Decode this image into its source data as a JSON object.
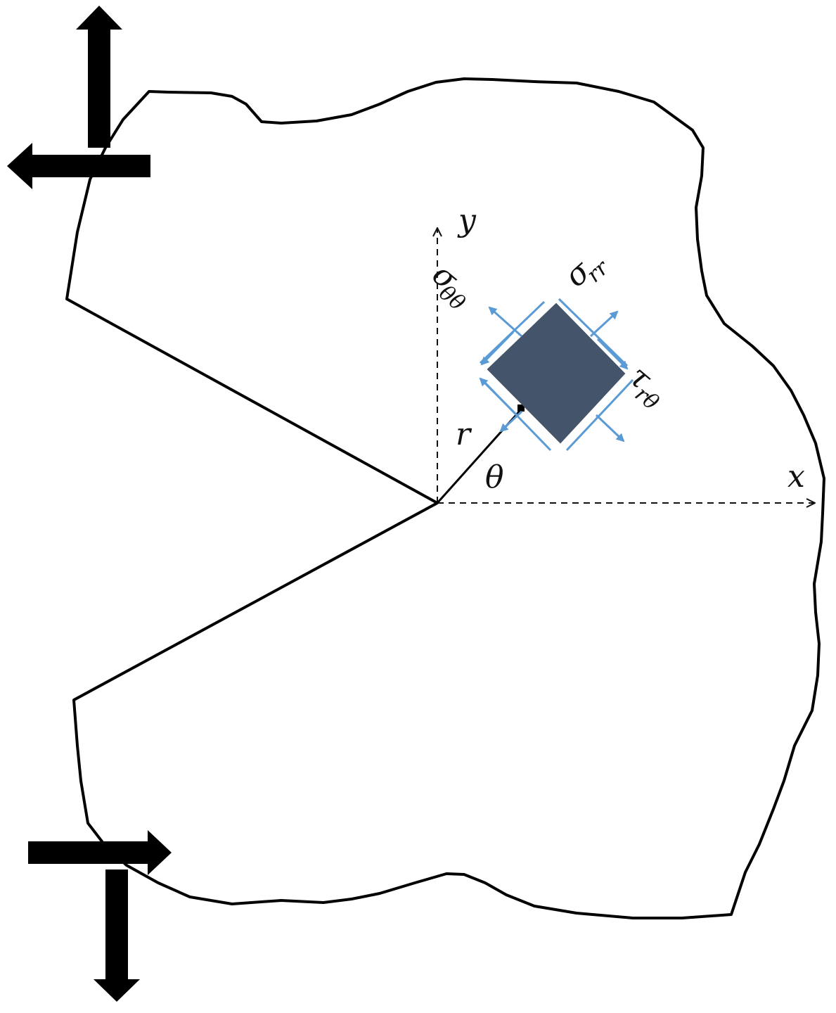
{
  "colors": {
    "outline": "#000000",
    "element_fill": "#44546A",
    "stress_arrow": "#5B9BD5",
    "background": "#FFFFFF"
  },
  "labels": {
    "y_axis": "y",
    "x_axis": "x",
    "radius": "r",
    "angle": "θ",
    "sigma_rr": {
      "symbol": "σ",
      "subscript": "rr"
    },
    "sigma_thth": {
      "symbol": "σ",
      "subscript": "θθ"
    },
    "tau_rth": {
      "symbol": "τ",
      "subscript": "rθ"
    }
  },
  "icons": {
    "top_load": [
      "arrow-up-icon",
      "arrow-left-icon"
    ],
    "bottom_load": [
      "arrow-right-icon",
      "arrow-down-icon"
    ]
  }
}
